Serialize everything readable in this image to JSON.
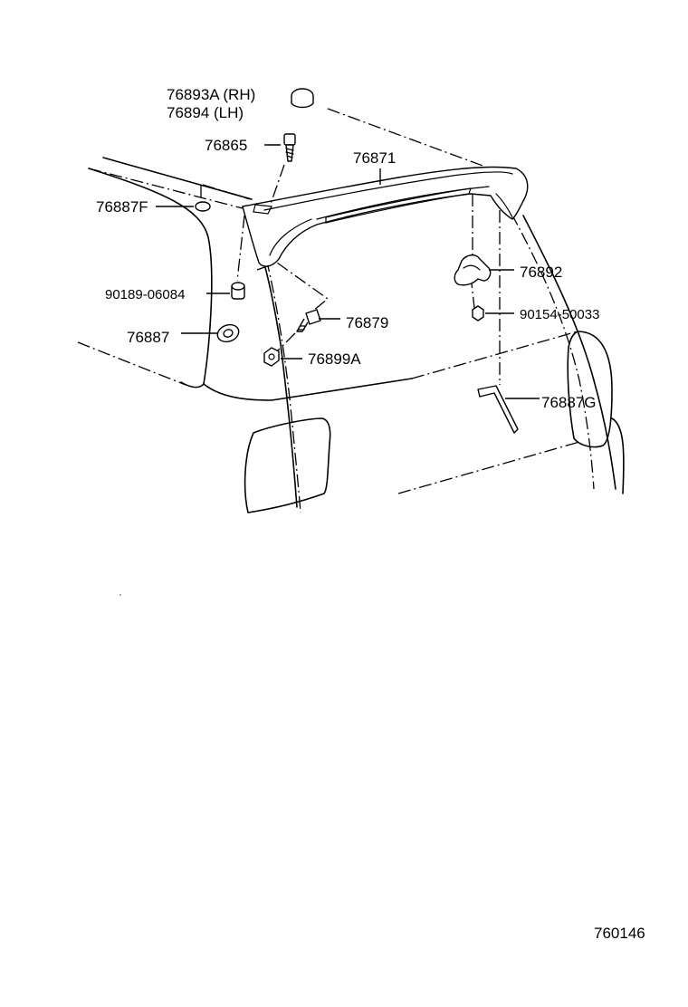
{
  "diagram_id": "760146",
  "callouts": {
    "cap_rh": "76893A (RH)",
    "cap_lh": "76894  (LH)",
    "bolt_top": "76865",
    "spoiler": "76871",
    "plug_f": "76887F",
    "bolt_side": "90189-06084",
    "grommet": "76887",
    "stud": "76879",
    "nut": "76899A",
    "bracket": "76892",
    "screw": "90154-50033",
    "rod": "76887G"
  }
}
